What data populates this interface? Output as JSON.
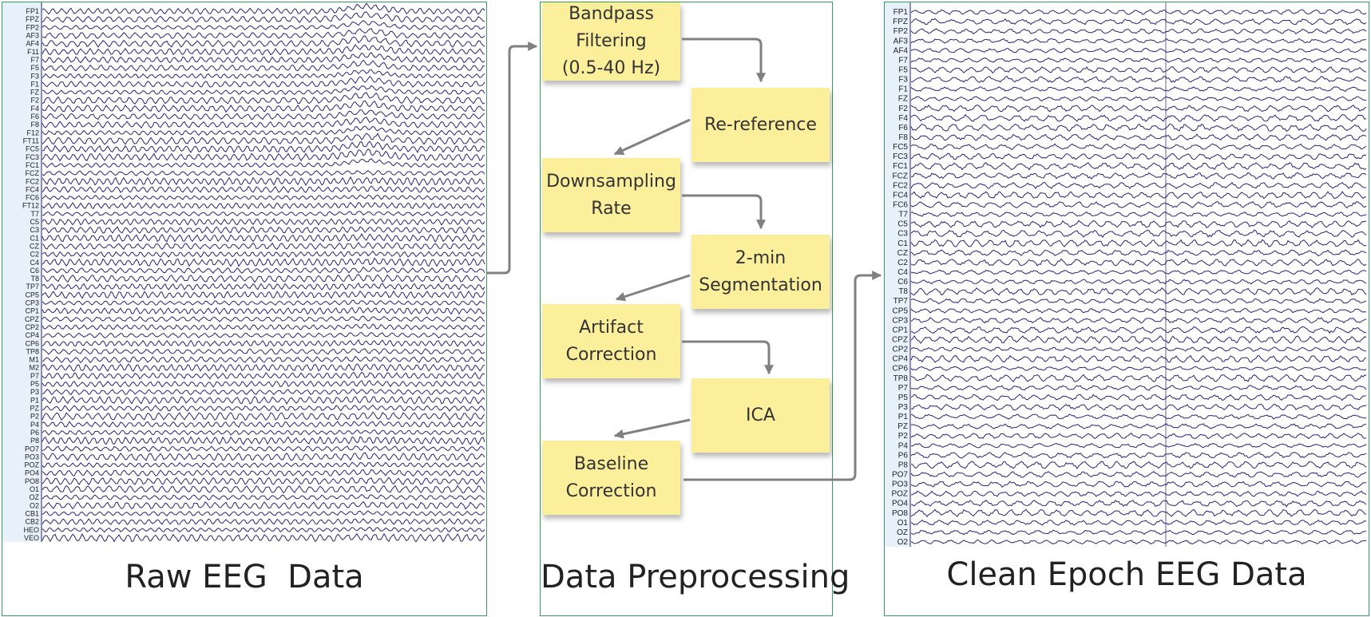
{
  "colors": {
    "border": "#3a9a5c",
    "trace": "#27237a",
    "sticky": "#fbef9c",
    "arrow": "#808080",
    "label_strip": "#e6f1fb"
  },
  "raw_panel": {
    "caption": "Raw EEG  Data",
    "channels": [
      "FP1",
      "FPZ",
      "FP2",
      "AF3",
      "AF4",
      "F11",
      "F7",
      "F5",
      "F3",
      "F1",
      "FZ",
      "F2",
      "F4",
      "F6",
      "F8",
      "F12",
      "FT11",
      "FC5",
      "FC3",
      "FC1",
      "FCZ",
      "FC2",
      "FC4",
      "FC6",
      "FT12",
      "T7",
      "C5",
      "C3",
      "C1",
      "CZ",
      "C2",
      "C4",
      "C6",
      "T8",
      "TP7",
      "CP5",
      "CP3",
      "CP1",
      "CPZ",
      "CP2",
      "CP4",
      "CP6",
      "TP8",
      "M1",
      "M2",
      "P7",
      "P5",
      "P3",
      "P1",
      "PZ",
      "P2",
      "P4",
      "P6",
      "P8",
      "PO7",
      "PO3",
      "POZ",
      "PO4",
      "PO8",
      "O1",
      "OZ",
      "O2",
      "CB1",
      "CB2",
      "HEO",
      "VEO"
    ]
  },
  "preprocessing_panel": {
    "caption": "Data Preprocessing",
    "steps": [
      {
        "label": "Bandpass\nFiltering\n(0.5-40 Hz)"
      },
      {
        "label": "Re-reference"
      },
      {
        "label": "Downsampling\nRate"
      },
      {
        "label": "2-min\nSegmentation"
      },
      {
        "label": "Artifact\nCorrection"
      },
      {
        "label": "ICA"
      },
      {
        "label": "Baseline\nCorrection"
      }
    ]
  },
  "clean_panel": {
    "caption": "Clean Epoch EEG Data",
    "channels": [
      "FP1",
      "FPZ",
      "FP2",
      "AF3",
      "AF4",
      "F7",
      "F5",
      "F3",
      "F1",
      "FZ",
      "F2",
      "F4",
      "F6",
      "F8",
      "FC5",
      "FC3",
      "FC1",
      "FCZ",
      "FC2",
      "FC4",
      "FC6",
      "T7",
      "C5",
      "C3",
      "C1",
      "CZ",
      "C2",
      "C4",
      "C6",
      "T8",
      "TP7",
      "CP5",
      "CP3",
      "CP1",
      "CPZ",
      "CP2",
      "CP4",
      "CP6",
      "TP8",
      "P7",
      "P5",
      "P3",
      "P1",
      "PZ",
      "P2",
      "P4",
      "P6",
      "P8",
      "PO7",
      "PO3",
      "POZ",
      "PO4",
      "PO8",
      "O1",
      "OZ",
      "O2"
    ]
  }
}
